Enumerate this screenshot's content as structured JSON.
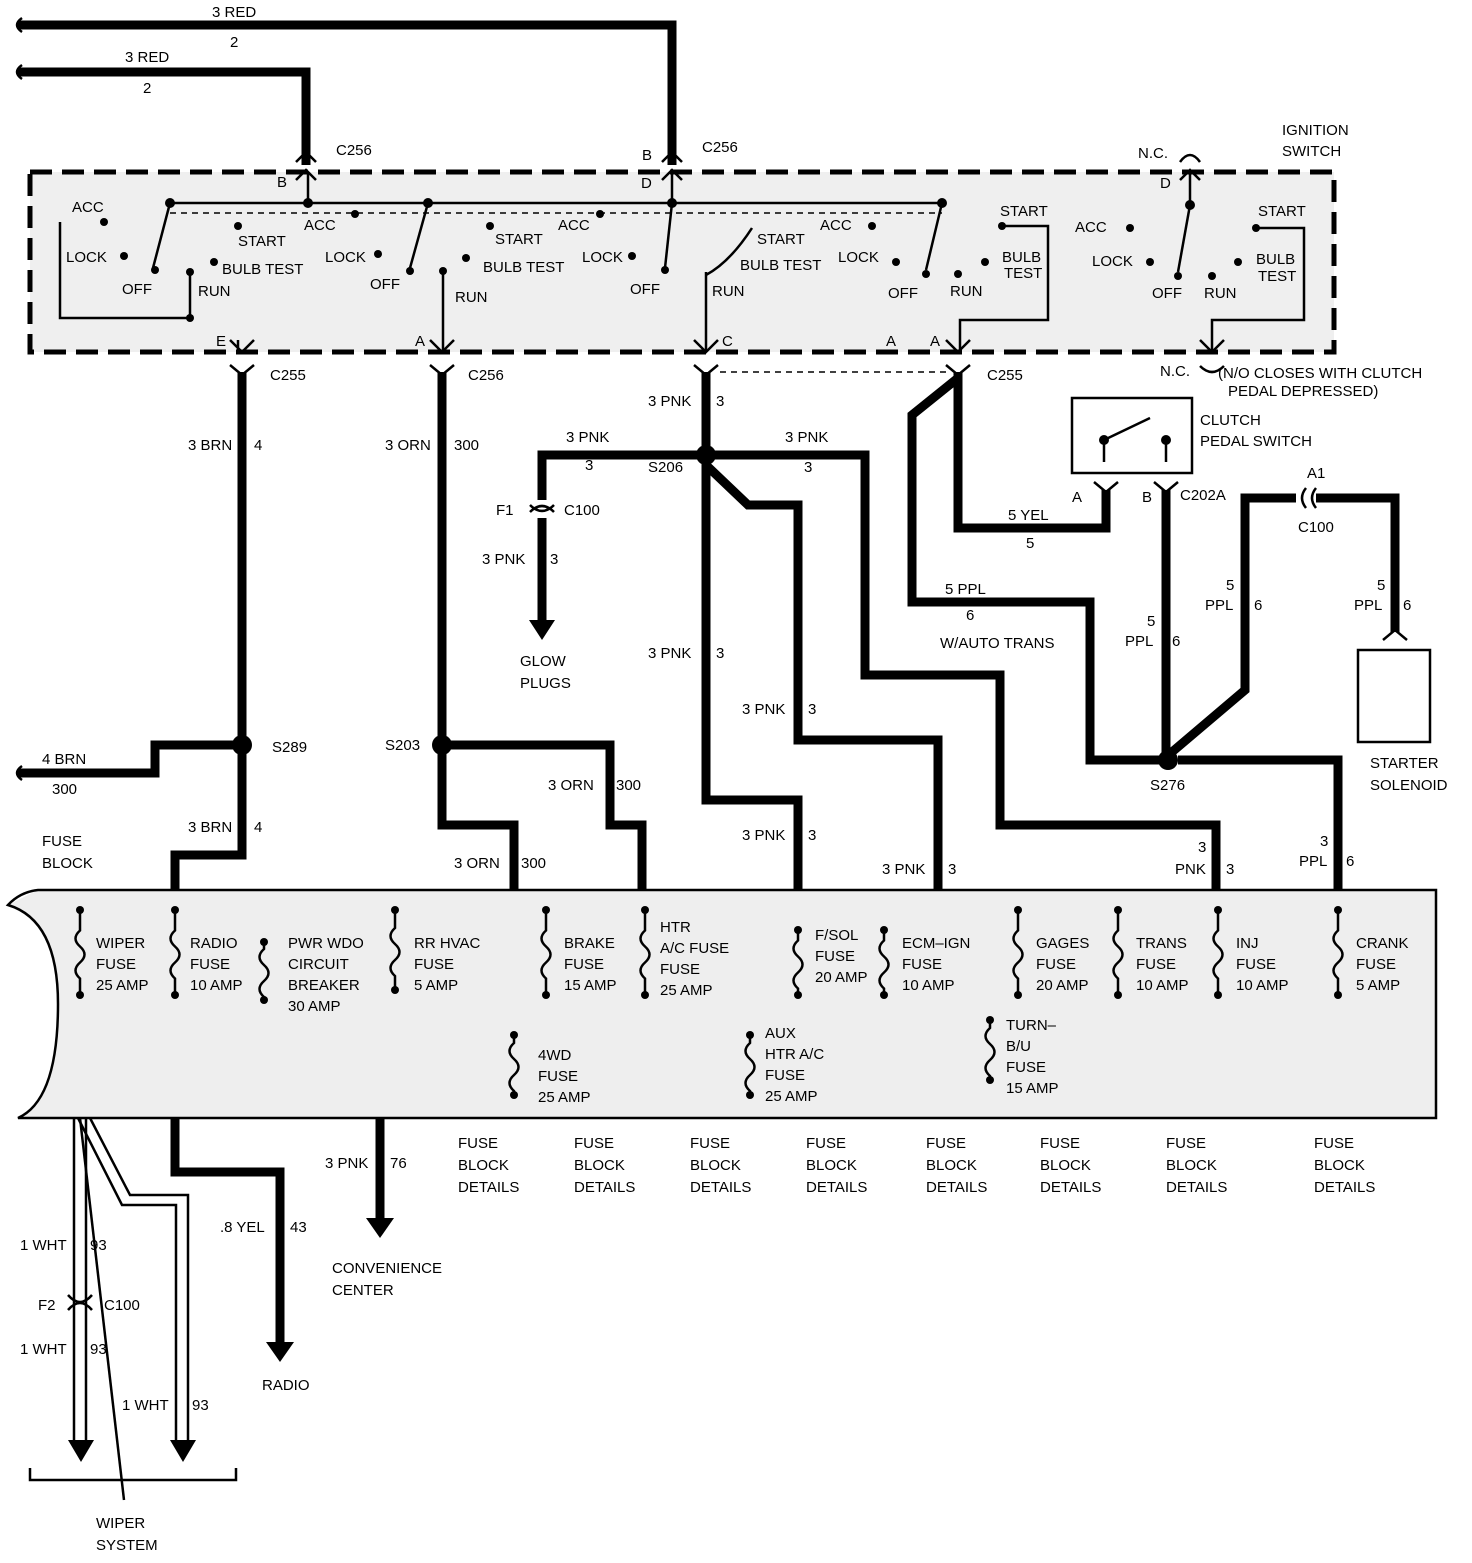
{
  "ignition_switch": {
    "title": [
      "IGNITION",
      "SWITCH"
    ],
    "positions": [
      "ACC",
      "LOCK",
      "OFF",
      "RUN",
      "START",
      "BULB TEST"
    ],
    "bulb_test_split": [
      "BULB",
      "TEST"
    ],
    "clutch_note": [
      "(N/O CLOSES WITH CLUTCH",
      "PEDAL DEPRESSED)"
    ]
  },
  "connectors": {
    "c256": "C256",
    "c255": "C255",
    "c100": "C100",
    "c202a": "C202A",
    "nc": "N.C.",
    "terminals": [
      "B",
      "D",
      "E",
      "A",
      "C",
      "A1",
      "F1",
      "F2"
    ]
  },
  "splices": {
    "s206": "S206",
    "s289": "S289",
    "s203": "S203",
    "s276": "S276"
  },
  "wires": {
    "red_top_1": "3 RED",
    "red_top_1_num": "2",
    "red_top_2": "3 RED",
    "red_top_2_num": "2",
    "brn": "3 BRN",
    "brn_num": "4",
    "orn": "3 ORN",
    "orn_num": "300",
    "pnk": "3 PNK",
    "pnk_num": "3",
    "yel": "5 YEL",
    "yel_num": "5",
    "ppl": "5 PPL",
    "ppl_num": "6",
    "ppl_size": "5",
    "ppl_color": "PPL",
    "brn4": "4 BRN",
    "brn4_num": "300",
    "pnk_size": "3",
    "pnk_color": "PNK",
    "ppl3_size": "3",
    "ppl3_color": "PPL",
    "conv": "3 PNK",
    "conv_num": "76",
    "yel_radio": ".8 YEL",
    "yel_radio_num": "43",
    "wht": "1 WHT",
    "wht_num": "93",
    "w_auto_trans": "W/AUTO TRANS"
  },
  "components": {
    "clutch_switch": [
      "CLUTCH",
      "PEDAL SWITCH"
    ],
    "starter": [
      "STARTER",
      "SOLENOID"
    ],
    "glow": [
      "GLOW",
      "PLUGS"
    ],
    "fuse_block": [
      "FUSE",
      "BLOCK"
    ],
    "convenience": [
      "CONVENIENCE",
      "CENTER"
    ],
    "radio": "RADIO",
    "wiper_system": [
      "WIPER",
      "SYSTEM"
    ]
  },
  "fuses": [
    {
      "lines": [
        "WIPER",
        "FUSE",
        "25 AMP"
      ]
    },
    {
      "lines": [
        "RADIO",
        "FUSE",
        "10 AMP"
      ]
    },
    {
      "lines": [
        "PWR WDO",
        "CIRCUIT",
        "BREAKER",
        "30 AMP"
      ]
    },
    {
      "lines": [
        "RR HVAC",
        "FUSE",
        "5 AMP"
      ]
    },
    {
      "lines": [
        "BRAKE",
        "FUSE",
        "15 AMP"
      ]
    },
    {
      "lines": [
        "HTR",
        "A/C FUSE",
        "FUSE",
        "25 AMP"
      ]
    },
    {
      "lines": [
        "F/SOL",
        "FUSE",
        "20 AMP"
      ]
    },
    {
      "lines": [
        "ECM–IGN",
        "FUSE",
        "10 AMP"
      ]
    },
    {
      "lines": [
        "GAGES",
        "FUSE",
        "20 AMP"
      ]
    },
    {
      "lines": [
        "TRANS",
        "FUSE",
        "10 AMP"
      ]
    },
    {
      "lines": [
        "INJ",
        "FUSE",
        "10 AMP"
      ]
    },
    {
      "lines": [
        "CRANK",
        "FUSE",
        "5 AMP"
      ]
    },
    {
      "lines": [
        "4WD",
        "FUSE",
        "25 AMP"
      ]
    },
    {
      "lines": [
        "AUX",
        "HTR A/C",
        "FUSE",
        "25 AMP"
      ]
    },
    {
      "lines": [
        "TURN–",
        "B/U",
        "FUSE",
        "15 AMP"
      ]
    }
  ],
  "fuse_block_details": [
    "FUSE",
    "BLOCK",
    "DETAILS"
  ]
}
